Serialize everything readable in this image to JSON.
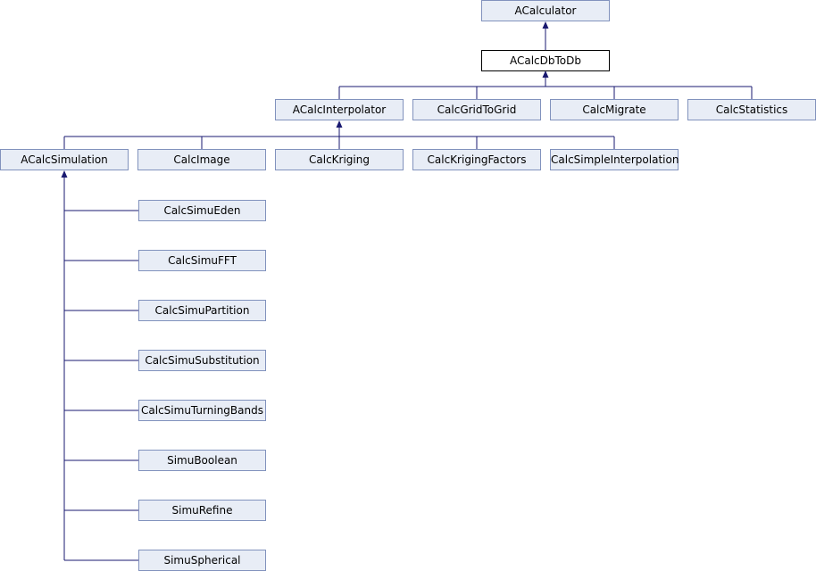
{
  "diagram": {
    "edge_color": "#191970",
    "node_fill": "#e8edf6",
    "node_border": "#8192bd",
    "nodes": {
      "acalculator": "ACalculator",
      "acalcdbtodb": "ACalcDbToDb",
      "acalcinterpolator": "ACalcInterpolator",
      "calcgridtogrid": "CalcGridToGrid",
      "calcmigrate": "CalcMigrate",
      "calcstatistics": "CalcStatistics",
      "acalcsimulation": "ACalcSimulation",
      "calcimage": "CalcImage",
      "calckriging": "CalcKriging",
      "calckrigingfactors": "CalcKrigingFactors",
      "calcsimpleinterpolation": "CalcSimpleInterpolation",
      "calcsimueden": "CalcSimuEden",
      "calcsimufft": "CalcSimuFFT",
      "calcsimupartition": "CalcSimuPartition",
      "calcsimusubstitution": "CalcSimuSubstitution",
      "calcsimuturningbands": "CalcSimuTurningBands",
      "simuboolean": "SimuBoolean",
      "simurefine": "SimuRefine",
      "simuspherical": "SimuSpherical"
    }
  }
}
